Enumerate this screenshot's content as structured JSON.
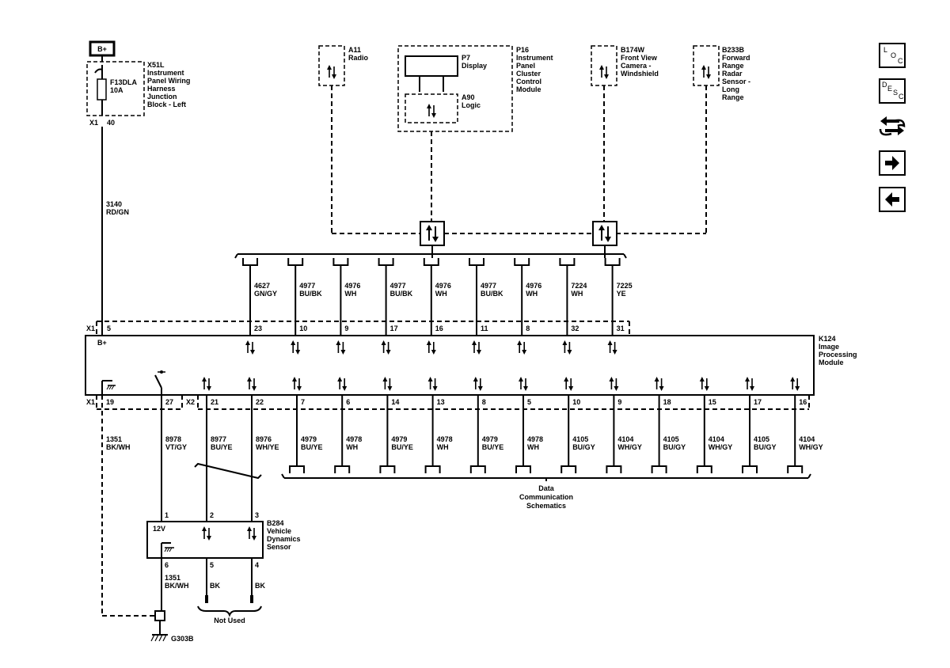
{
  "power": {
    "label": "B+"
  },
  "fuse_block": {
    "name": [
      "X51L",
      "Instrument",
      "Panel Wiring",
      "Harness",
      "Junction",
      "Block - Left"
    ],
    "fuse": [
      "F13DLA",
      "10A"
    ],
    "connector": "X1",
    "pin": "40"
  },
  "wire_feed": {
    "circuit": "3140",
    "color": "RD/GN"
  },
  "radio": {
    "name": [
      "A11",
      "Radio"
    ]
  },
  "cluster": {
    "name": [
      "P16",
      "Instrument",
      "Panel",
      "Cluster",
      "Control",
      "Module"
    ],
    "display": [
      "P7",
      "Display"
    ],
    "logic": [
      "A90",
      "Logic"
    ]
  },
  "camera": {
    "name": [
      "B174W",
      "Front View",
      "Camera -",
      "Windshield"
    ]
  },
  "radar": {
    "name": [
      "B233B",
      "Forward",
      "Range",
      "Radar",
      "Sensor -",
      "Long",
      "Range"
    ]
  },
  "top_wires": [
    {
      "circuit": "4627",
      "color": "GN/GY",
      "pin": "23"
    },
    {
      "circuit": "4977",
      "color": "BU/BK",
      "pin": "10"
    },
    {
      "circuit": "4976",
      "color": "WH",
      "pin": "9"
    },
    {
      "circuit": "4977",
      "color": "BU/BK",
      "pin": "17"
    },
    {
      "circuit": "4976",
      "color": "WH",
      "pin": "16"
    },
    {
      "circuit": "4977",
      "color": "BU/BK",
      "pin": "11"
    },
    {
      "circuit": "4976",
      "color": "WH",
      "pin": "8"
    },
    {
      "circuit": "7224",
      "color": "WH",
      "pin": "32"
    },
    {
      "circuit": "7225",
      "color": "YE",
      "pin": "31"
    }
  ],
  "module": {
    "name": [
      "K124",
      "Image",
      "Processing",
      "Module"
    ],
    "power_label": "B+",
    "top_connector": "X1",
    "top_power_pin": "5",
    "bottom_connector_1": "X1",
    "bottom_connector_2": "X2"
  },
  "bottom_left_wires": [
    {
      "circuit": "1351",
      "color": "BK/WH",
      "pin": "19"
    },
    {
      "circuit": "8978",
      "color": "VT/GY",
      "pin": "27"
    },
    {
      "circuit": "8977",
      "color": "BU/YE",
      "pin": "21"
    },
    {
      "circuit": "8976",
      "color": "WH/YE",
      "pin": "22"
    }
  ],
  "bottom_data_wires": [
    {
      "circuit": "4979",
      "color": "BU/YE",
      "pin": "7"
    },
    {
      "circuit": "4978",
      "color": "WH",
      "pin": "6"
    },
    {
      "circuit": "4979",
      "color": "BU/YE",
      "pin": "14"
    },
    {
      "circuit": "4978",
      "color": "WH",
      "pin": "13"
    },
    {
      "circuit": "4979",
      "color": "BU/YE",
      "pin": "8"
    },
    {
      "circuit": "4978",
      "color": "WH",
      "pin": "5"
    },
    {
      "circuit": "4105",
      "color": "BU/GY",
      "pin": "10"
    },
    {
      "circuit": "4104",
      "color": "WH/GY",
      "pin": "9"
    },
    {
      "circuit": "4105",
      "color": "BU/GY",
      "pin": "18"
    },
    {
      "circuit": "4104",
      "color": "WH/GY",
      "pin": "15"
    },
    {
      "circuit": "4105",
      "color": "BU/GY",
      "pin": "17"
    },
    {
      "circuit": "4104",
      "color": "WH/GY",
      "pin": "16"
    }
  ],
  "data_comm_note": [
    "Data",
    "Communication",
    "Schematics"
  ],
  "sensor": {
    "name": [
      "B284",
      "Vehicle",
      "Dynamics",
      "Sensor"
    ],
    "voltage": "12V",
    "top_pins": [
      "1",
      "2",
      "3"
    ],
    "bottom_pins": [
      {
        "pin": "6",
        "circuit": "1351",
        "color": "BK/WH"
      },
      {
        "pin": "5",
        "circuit": "",
        "color": "BK"
      },
      {
        "pin": "4",
        "circuit": "",
        "color": "BK"
      }
    ],
    "not_used": "Not Used"
  },
  "ground": {
    "name": "G303B"
  },
  "nav": {
    "loc": [
      "L",
      "O",
      "C"
    ],
    "desc": [
      "D",
      "E",
      "S",
      "C"
    ],
    "icons": [
      "loc-button",
      "desc-button",
      "connector-list-icon",
      "next-page-icon",
      "previous-page-icon"
    ]
  }
}
